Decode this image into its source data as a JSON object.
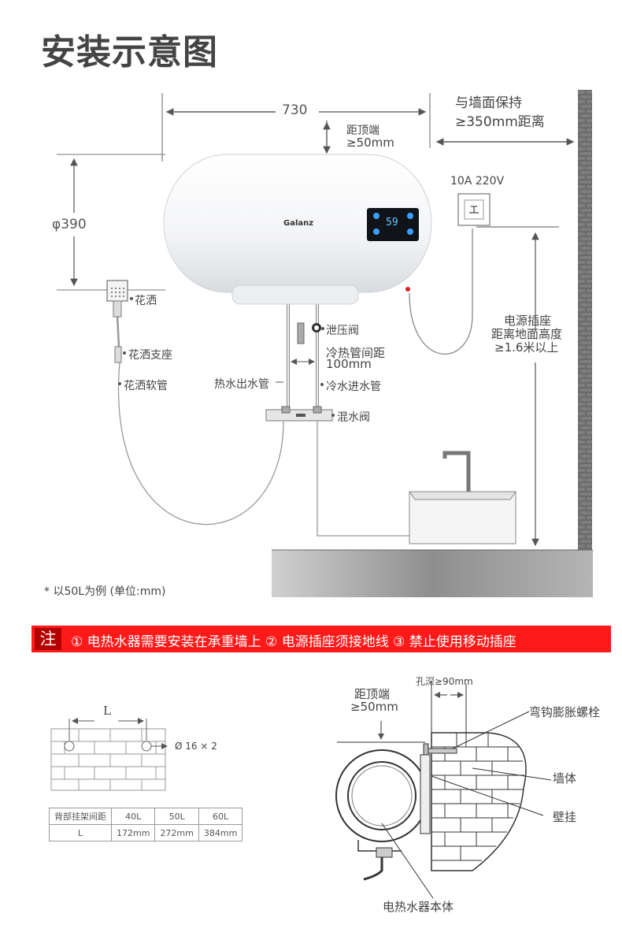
{
  "title": "安装示意图",
  "main": {
    "width_label": "730",
    "top_clearance_line1": "距顶端",
    "top_clearance_line2": "≥50mm",
    "wall_distance_line1": "与墙面保持",
    "wall_distance_line2": "≥350mm距离",
    "diameter_label": "φ390",
    "brand": "Galanz",
    "display_value": "59",
    "socket_rating": "10A 220V",
    "labels": {
      "shower": "花洒",
      "shower_holder": "花洒支座",
      "shower_hose": "花洒软管",
      "pressure_valve": "泄压阀",
      "pipe_spacing_line1": "冷热管间距",
      "pipe_spacing_line2": "100mm",
      "hot_outlet": "热水出水管",
      "cold_inlet": "冷水进水管",
      "mixing_valve": "混水阀",
      "socket_height_line1": "电源插座",
      "socket_height_line2": "距离地面高度",
      "socket_height_line3": "≥1.6米以上"
    },
    "footnote": "* 以50L为例 (单位:mm)"
  },
  "note_banner": {
    "badge": "注",
    "text": "① 电热水器需要安装在承重墙上 ② 电源插座须接地线 ③ 禁止使用移动插座"
  },
  "bracket_diagram": {
    "spacing_label": "L",
    "hole_label": "Ø 16 × 2",
    "table": {
      "header": [
        "背部挂架间距",
        "40L",
        "50L",
        "60L"
      ],
      "row": [
        "L",
        "172mm",
        "272mm",
        "384mm"
      ]
    }
  },
  "side_diagram": {
    "top_clearance_line1": "距顶端",
    "top_clearance_line2": "≥50mm",
    "hole_depth": "孔深≥90mm",
    "hook_bolt": "弯钩膨胀螺栓",
    "wall": "墙体",
    "wall_hanger": "壁挂",
    "heater_body": "电热水器本体"
  },
  "colors": {
    "accent_red": "#e02020",
    "banner_red": "#ff1a1a",
    "wall_gray": "#6e6e6e",
    "floor_gray": "#9a9a9a"
  }
}
